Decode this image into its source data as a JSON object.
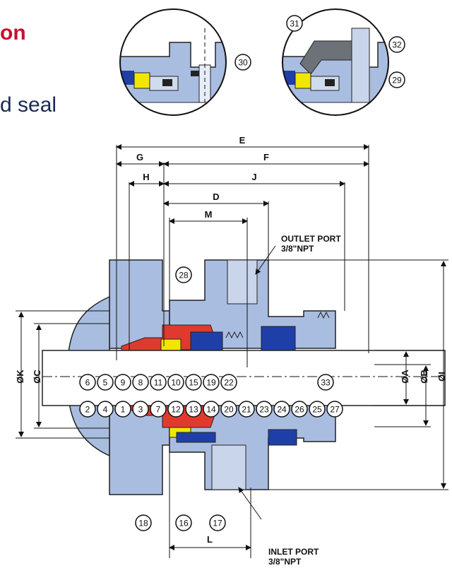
{
  "header": {
    "title_fragment": "on",
    "subtitle_fragment": "d seal"
  },
  "dimensions": {
    "E": "E",
    "F": "F",
    "G": "G",
    "H": "H",
    "J": "J",
    "D": "D",
    "M": "M",
    "L": "L",
    "K": "ØK",
    "C": "ØC",
    "A": "ØA",
    "B": "ØB",
    "I": "ØI"
  },
  "ports": {
    "outlet_line1": "OUTLET PORT",
    "outlet_line2": "3/8\"NPT",
    "inlet_line1": "INLET PORT",
    "inlet_line2": "3/8\"NPT"
  },
  "callouts": {
    "c1": "1",
    "c2": "2",
    "c3": "3",
    "c4": "4",
    "c5": "5",
    "c6": "6",
    "c7": "7",
    "c8": "8",
    "c9": "9",
    "c10": "10",
    "c11": "11",
    "c12": "12",
    "c13": "13",
    "c14": "14",
    "c15": "15",
    "c16": "16",
    "c17": "17",
    "c18": "18",
    "c19": "19",
    "c20": "20",
    "c21": "21",
    "c22": "22",
    "c23": "23",
    "c24": "24",
    "c25": "25",
    "c26": "26",
    "c27": "27",
    "c28": "28",
    "c29": "29",
    "c30": "30",
    "c31": "31",
    "c32": "32",
    "c33": "33"
  },
  "colors": {
    "housing": "#a9bde0",
    "red_part": "#e03a2e",
    "yellow_part": "#f2e600",
    "blue_part": "#1f3fa8",
    "outline": "#1a1a1a",
    "title": "#c8102e",
    "subtitle": "#1a2a55"
  }
}
